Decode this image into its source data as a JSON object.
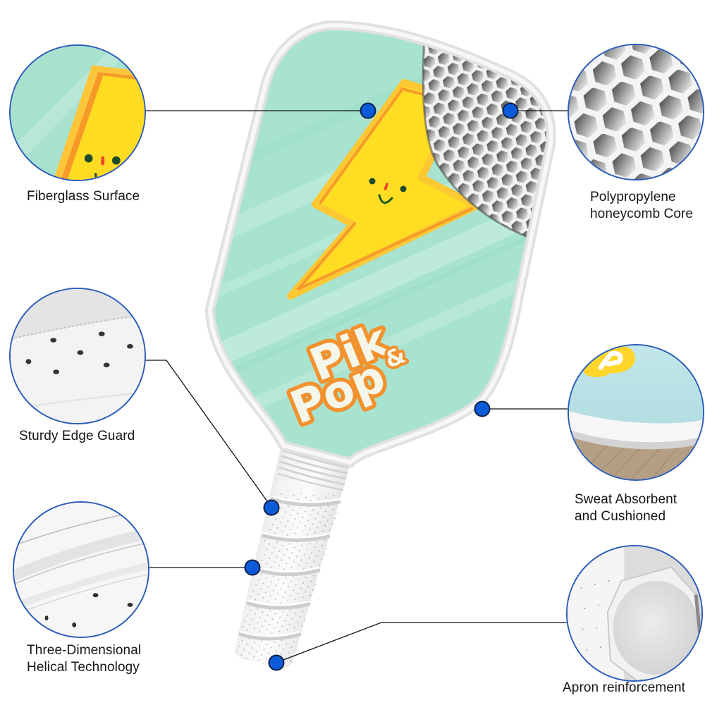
{
  "product_logo": {
    "line1": "Pik",
    "ampersand": "&",
    "line2": "Pop"
  },
  "callouts": [
    {
      "id": "fiberglass-surface",
      "label": [
        "Fiberglass Surface"
      ]
    },
    {
      "id": "polypropylene-honeycomb-core",
      "label": [
        "Polypropylene",
        "honeycomb Core"
      ]
    },
    {
      "id": "sturdy-edge-guard",
      "label": [
        "Sturdy Edge Guard"
      ]
    },
    {
      "id": "sweat-absorbent-cushioned",
      "label": [
        "Sweat Absorbent",
        "and Cushioned"
      ]
    },
    {
      "id": "three-dimensional-helical-technology",
      "label": [
        "Three-Dimensional",
        "Helical Technology"
      ]
    },
    {
      "id": "apron-reinforcement",
      "label": [
        "Apron reinforcement"
      ]
    }
  ],
  "colors": {
    "marker": "#0b5bd9",
    "marker_outline": "#0d1f45",
    "callout_ring": "#2a5cb8",
    "leader_line": "#111111",
    "paddle_face": "#a8e3cf",
    "bolt_yellow": "#ffdd22",
    "bolt_orange": "#f59b28",
    "logo_orange": "#f2922f",
    "logo_cream": "#f3f6e9",
    "label_text": "#151515"
  }
}
